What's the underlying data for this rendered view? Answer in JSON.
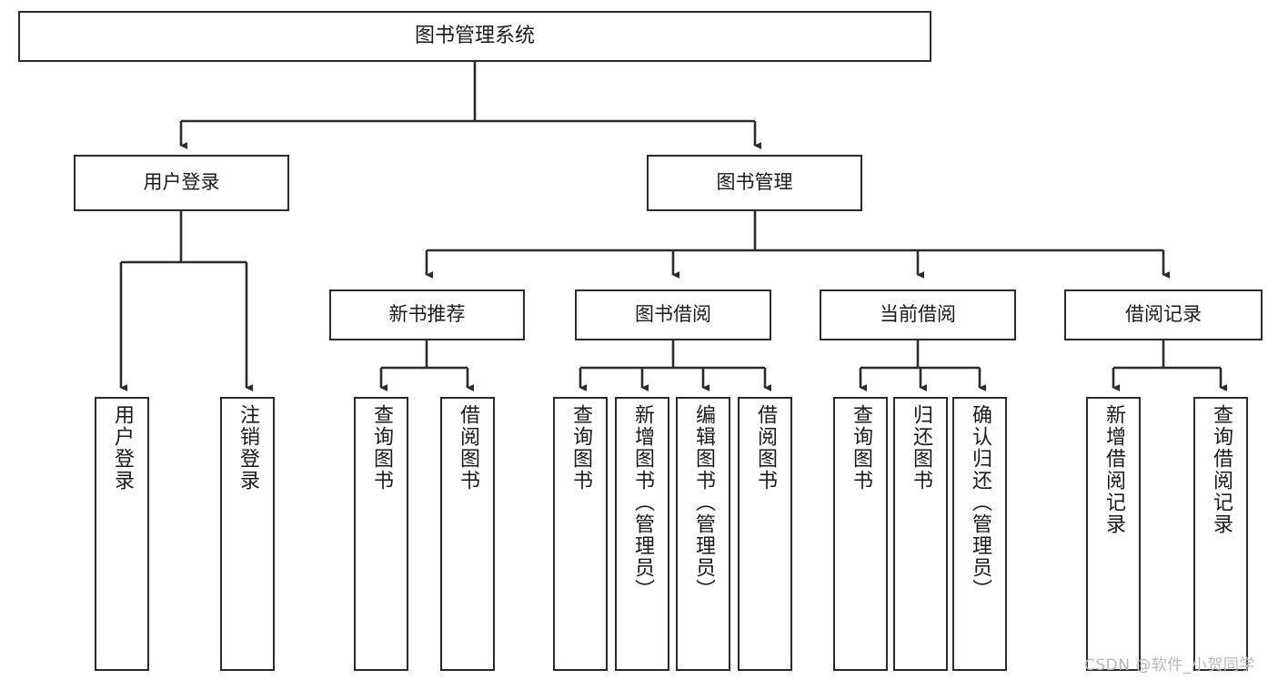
{
  "diagram": {
    "title": "图书管理系统",
    "type": "tree",
    "watermark": "CSDN @软件_小贺同学",
    "colors": {
      "border": "#2b2b2b",
      "background": "#ffffff",
      "text": "#1a1a1a",
      "watermark": "#b9b9b9"
    },
    "levels": {
      "root": {
        "label": "图书管理系统"
      },
      "level2": [
        {
          "label": "用户登录"
        },
        {
          "label": "图书管理"
        }
      ],
      "level3": [
        {
          "label": "新书推荐"
        },
        {
          "label": "图书借阅"
        },
        {
          "label": "当前借阅"
        },
        {
          "label": "借阅记录"
        }
      ],
      "leaves_user_login": [
        {
          "label": "用户登录"
        },
        {
          "label": "注销登录"
        }
      ],
      "leaves_new_book": [
        {
          "label": "查询图书"
        },
        {
          "label": "借阅图书"
        }
      ],
      "leaves_borrow": [
        {
          "label": "查询图书"
        },
        {
          "label": "新增图书（管理员）"
        },
        {
          "label": "编辑图书（管理员）"
        },
        {
          "label": "借阅图书"
        }
      ],
      "leaves_current": [
        {
          "label": "查询图书"
        },
        {
          "label": "归还图书"
        },
        {
          "label": "确认归还（管理员）"
        }
      ],
      "leaves_record": [
        {
          "label": "新增借阅记录"
        },
        {
          "label": "查询借阅记录"
        }
      ]
    }
  }
}
